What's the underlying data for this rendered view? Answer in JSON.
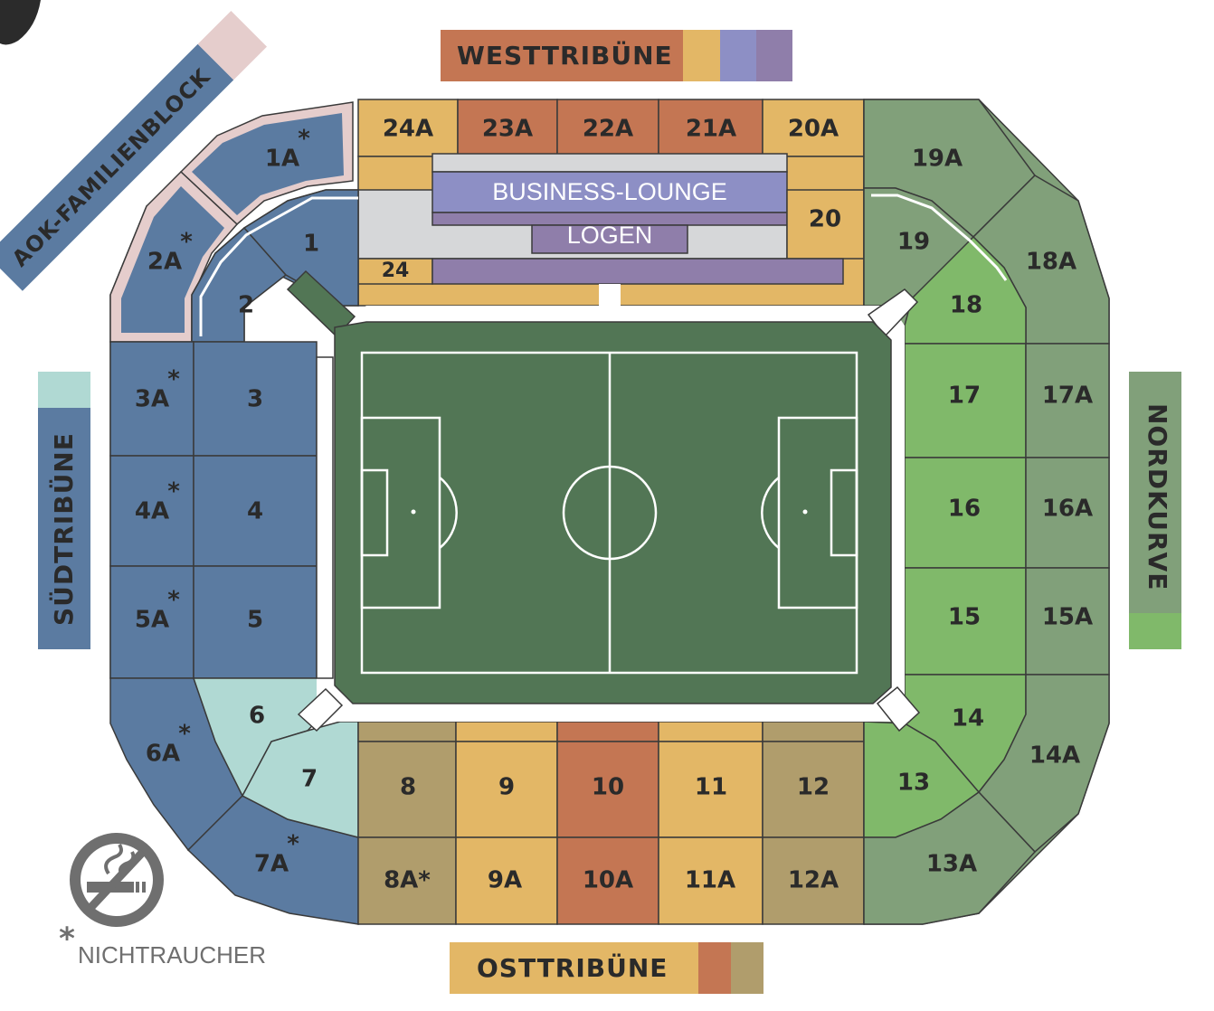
{
  "stands": {
    "west": "WESTTRIBÜNE",
    "ost": "OSTTRIBÜNE",
    "sued": "SÜDTRIBÜNE",
    "nord": "NORDKURVE",
    "family": "AOK-FAMILIENBLOCK"
  },
  "west_blocks": [
    "24A",
    "23A",
    "22A",
    "21A",
    "20A"
  ],
  "business_lounge": "BUSINESS-LOUNGE",
  "logen": "LOGEN",
  "block_20": "20",
  "block_24": "24",
  "south_blocks": {
    "b1A": "1A",
    "b2A": "2A",
    "b1": "1",
    "b2": "2",
    "b3A": "3A",
    "b3": "3",
    "b4A": "4A",
    "b4": "4",
    "b5A": "5A",
    "b5": "5",
    "b6": "6",
    "b7": "7",
    "b6A": "6A",
    "b7A": "7A"
  },
  "east_blocks": [
    "8",
    "9",
    "10",
    "11",
    "12"
  ],
  "east_upper_blocks": [
    "8A*",
    "9A",
    "10A",
    "11A",
    "12A"
  ],
  "north_blocks": {
    "b19A": "19A",
    "b19": "19",
    "b18A": "18A",
    "b18": "18",
    "b17": "17",
    "b17A": "17A",
    "b16": "16",
    "b16A": "16A",
    "b15": "15",
    "b15A": "15A",
    "b14": "14",
    "b14A": "14A",
    "b13": "13",
    "b13A": "13A"
  },
  "star": "*",
  "legend": {
    "star": "*",
    "label": "NICHTRAUCHER"
  },
  "colors": {
    "blue": "#5b7ba1",
    "orange": "#c47653",
    "yellow": "#e3b766",
    "olive": "#b09d6c",
    "green": "#80b96a",
    "sage": "#81a07a",
    "mint": "#b0d9d3",
    "pink": "#e5cdcc",
    "purple": "#8f7eaa",
    "lavender": "#8d8fc5",
    "pitch": "#527655",
    "grey": "#d6d7d9"
  },
  "icons": [
    "no-smoking-icon"
  ]
}
